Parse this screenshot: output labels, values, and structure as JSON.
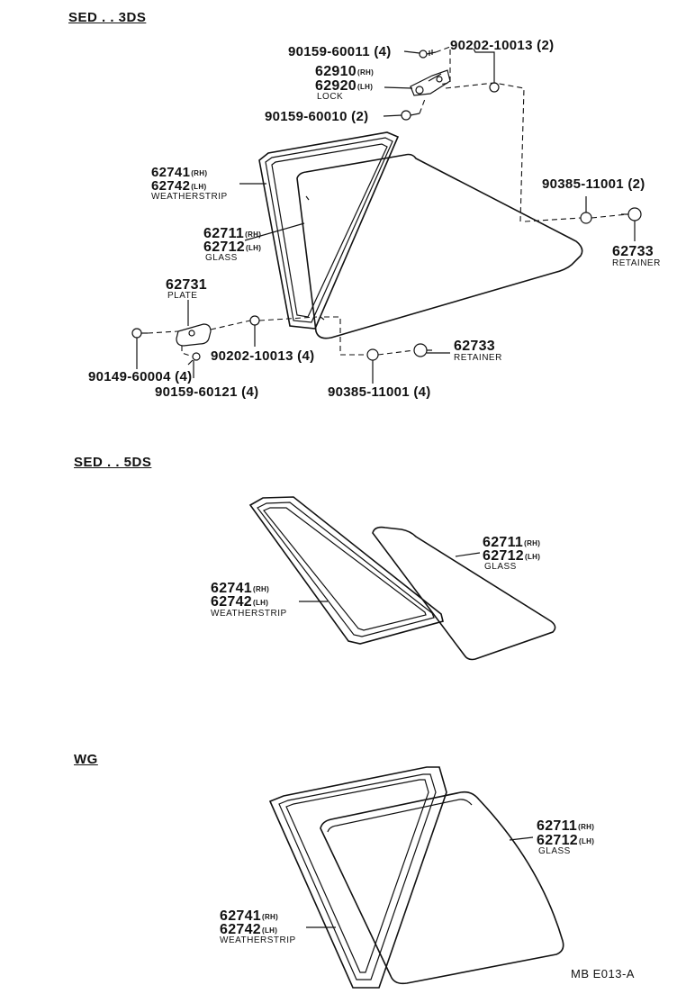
{
  "sections": {
    "sed3": {
      "heading": "SED . . 3DS",
      "labels": {
        "bolt_60011": "90159-60011 (4)",
        "nut_10013_2": "90202-10013 (2)",
        "lock_rh": "62910",
        "lock_lh": "62920",
        "lock_name": "LOCK",
        "bolt_60010": "90159-60010 (2)",
        "ws_rh": "62741",
        "ws_lh": "62742",
        "ws_name": "WEATHERSTRIP",
        "glass_rh": "62711",
        "glass_lh": "62712",
        "glass_name": "GLASS",
        "clip_2": "90385-11001 (2)",
        "ret_right": "62733",
        "ret_right_name": "RETAINER",
        "plate": "62731",
        "plate_name": "PLATE",
        "nut_10013_4": "90202-10013 (4)",
        "ret_bottom": "62733",
        "ret_bottom_name": "RETAINER",
        "screw_60004": "90149-60004 (4)",
        "bolt_60121": "90159-60121 (4)",
        "clip_4": "90385-11001 (4)"
      }
    },
    "sed5": {
      "heading": "SED . . 5DS",
      "labels": {
        "glass_rh": "62711",
        "glass_lh": "62712",
        "glass_name": "GLASS",
        "ws_rh": "62741",
        "ws_lh": "62742",
        "ws_name": "WEATHERSTRIP"
      }
    },
    "wg": {
      "heading": "WG",
      "labels": {
        "glass_rh": "62711",
        "glass_lh": "62712",
        "glass_name": "GLASS",
        "ws_rh": "62741",
        "ws_lh": "62742",
        "ws_name": "WEATHERSTRIP"
      }
    }
  },
  "side_tags": {
    "rh": "(RH)",
    "lh": "(LH)"
  },
  "figure_code": "MB E013-A"
}
